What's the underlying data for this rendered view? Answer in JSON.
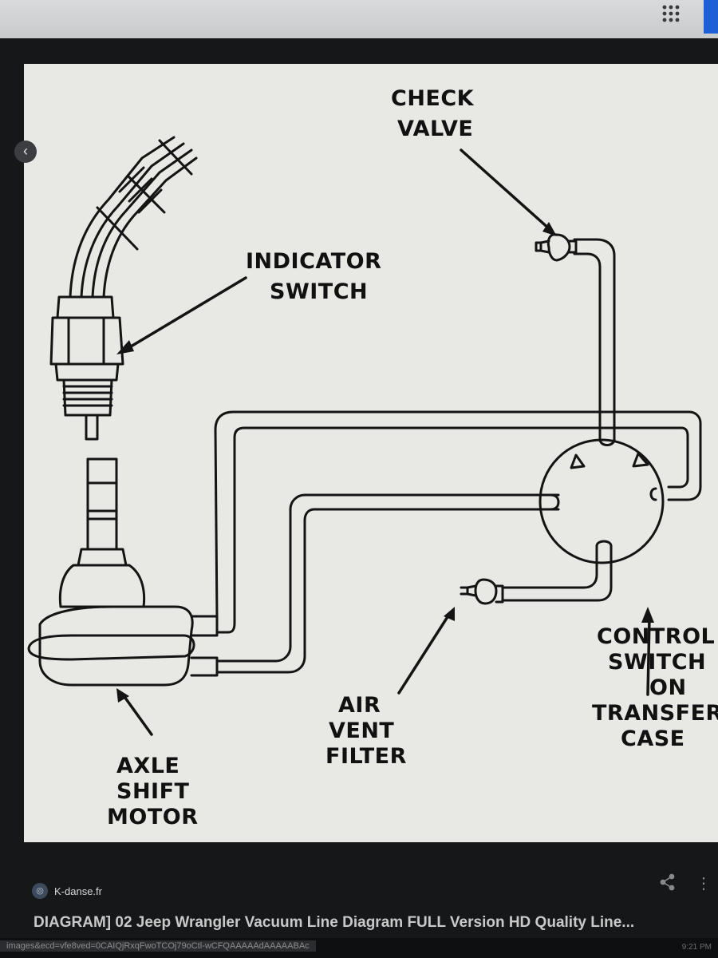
{
  "browser": {
    "apps_icon": "apps-grid-icon",
    "accent": "#1f5fd6"
  },
  "viewer": {
    "prev_icon": "chevron-left-icon",
    "next_icon": "chevron-left-icon"
  },
  "diagram": {
    "labels": {
      "check_valve": [
        "CHECK",
        "VALVE"
      ],
      "indicator_switch": [
        "INDICATOR",
        "SWITCH"
      ],
      "control_switch": [
        "CONTROL",
        "SWITCH",
        "ON",
        "TRANSFER",
        "CASE"
      ],
      "air_vent_filter": [
        "AIR",
        "VENT",
        "FILTER"
      ],
      "axle_shift_motor": [
        "AXLE",
        "SHIFT",
        "MOTOR"
      ]
    }
  },
  "source": {
    "name": "K-danse.fr",
    "logo_icon": "globe-icon"
  },
  "caption": "DIAGRAM] 02 Jeep Wrangler Vacuum Line Diagram FULL Version HD Quality Line...",
  "status": {
    "url": "images&ecd=vfe8ved=0CAIQjRxqFwoTCOj79oCtl-wCFQAAAAAdAAAAABAc",
    "time": "9:21 PM"
  }
}
